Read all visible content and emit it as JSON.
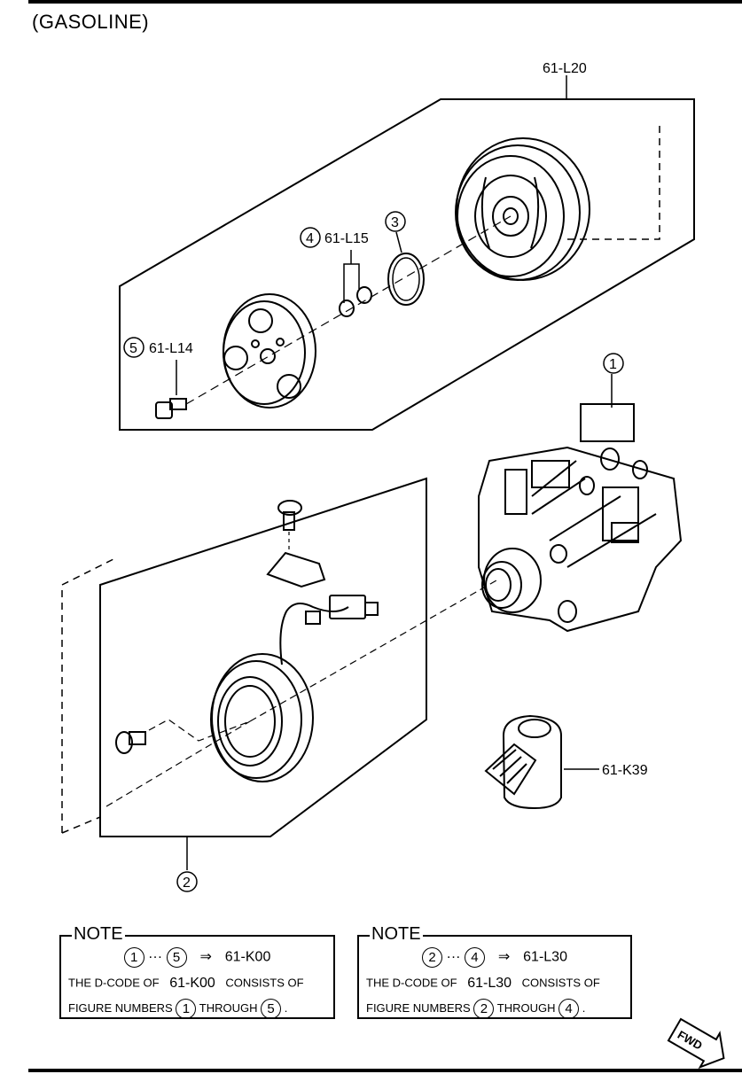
{
  "header": {
    "title": "(GASOLINE)"
  },
  "callouts": {
    "l20": "61-L20",
    "n3": "3",
    "n4": "4",
    "l15": "61-L15",
    "n5": "5",
    "l14": "61-L14",
    "n1": "1",
    "n2": "2",
    "k39": "61-K39"
  },
  "notes": [
    {
      "title": "NOTE",
      "from": "1",
      "dots": "···",
      "to": "5",
      "arrow": "⇒",
      "code": "61-K00",
      "line2_a": "THE D-CODE OF",
      "line2_code": "61-K00",
      "line2_b": "CONSISTS OF",
      "line3_a": "FIGURE NUMBERS",
      "line3_from": "1",
      "line3_mid": "THROUGH",
      "line3_to": "5",
      "line3_end": "."
    },
    {
      "title": "NOTE",
      "from": "2",
      "dots": "···",
      "to": "4",
      "arrow": "⇒",
      "code": "61-L30",
      "line2_a": "THE D-CODE OF",
      "line2_code": "61-L30",
      "line2_b": "CONSISTS OF",
      "line3_a": "FIGURE NUMBERS",
      "line3_from": "2",
      "line3_mid": "THROUGH",
      "line3_to": "4",
      "line3_end": "."
    }
  ],
  "fwd": {
    "label": "FWD"
  }
}
